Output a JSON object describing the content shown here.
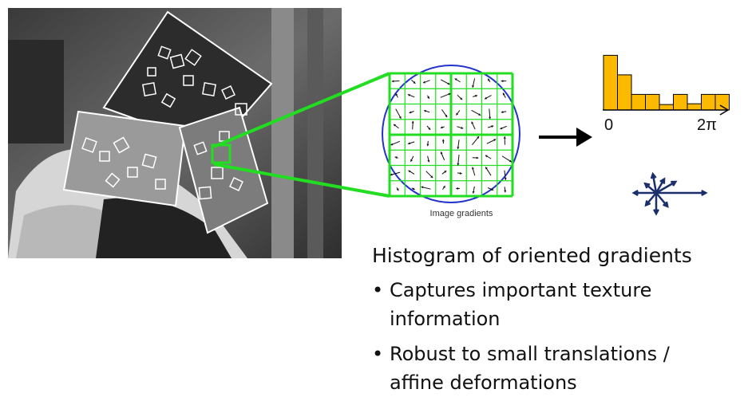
{
  "figure": {
    "grid_caption": "Image gradients",
    "histogram": {
      "x_start_label": "0",
      "x_end_label": "2π",
      "bar_color": "#FBB900",
      "bins": [
        7,
        4.5,
        2,
        2,
        0.7,
        2,
        0.8,
        2,
        2
      ]
    },
    "colors": {
      "highlight": "#22DD22",
      "circle": "#2233CC",
      "orientation_arrows": "#1A2F6B"
    }
  },
  "text": {
    "heading": "Histogram of oriented gradients",
    "bullets": [
      {
        "line1": "Captures important texture",
        "line2": "information"
      },
      {
        "line1": "Robust to small translations /",
        "line2": "affine deformations"
      }
    ]
  }
}
